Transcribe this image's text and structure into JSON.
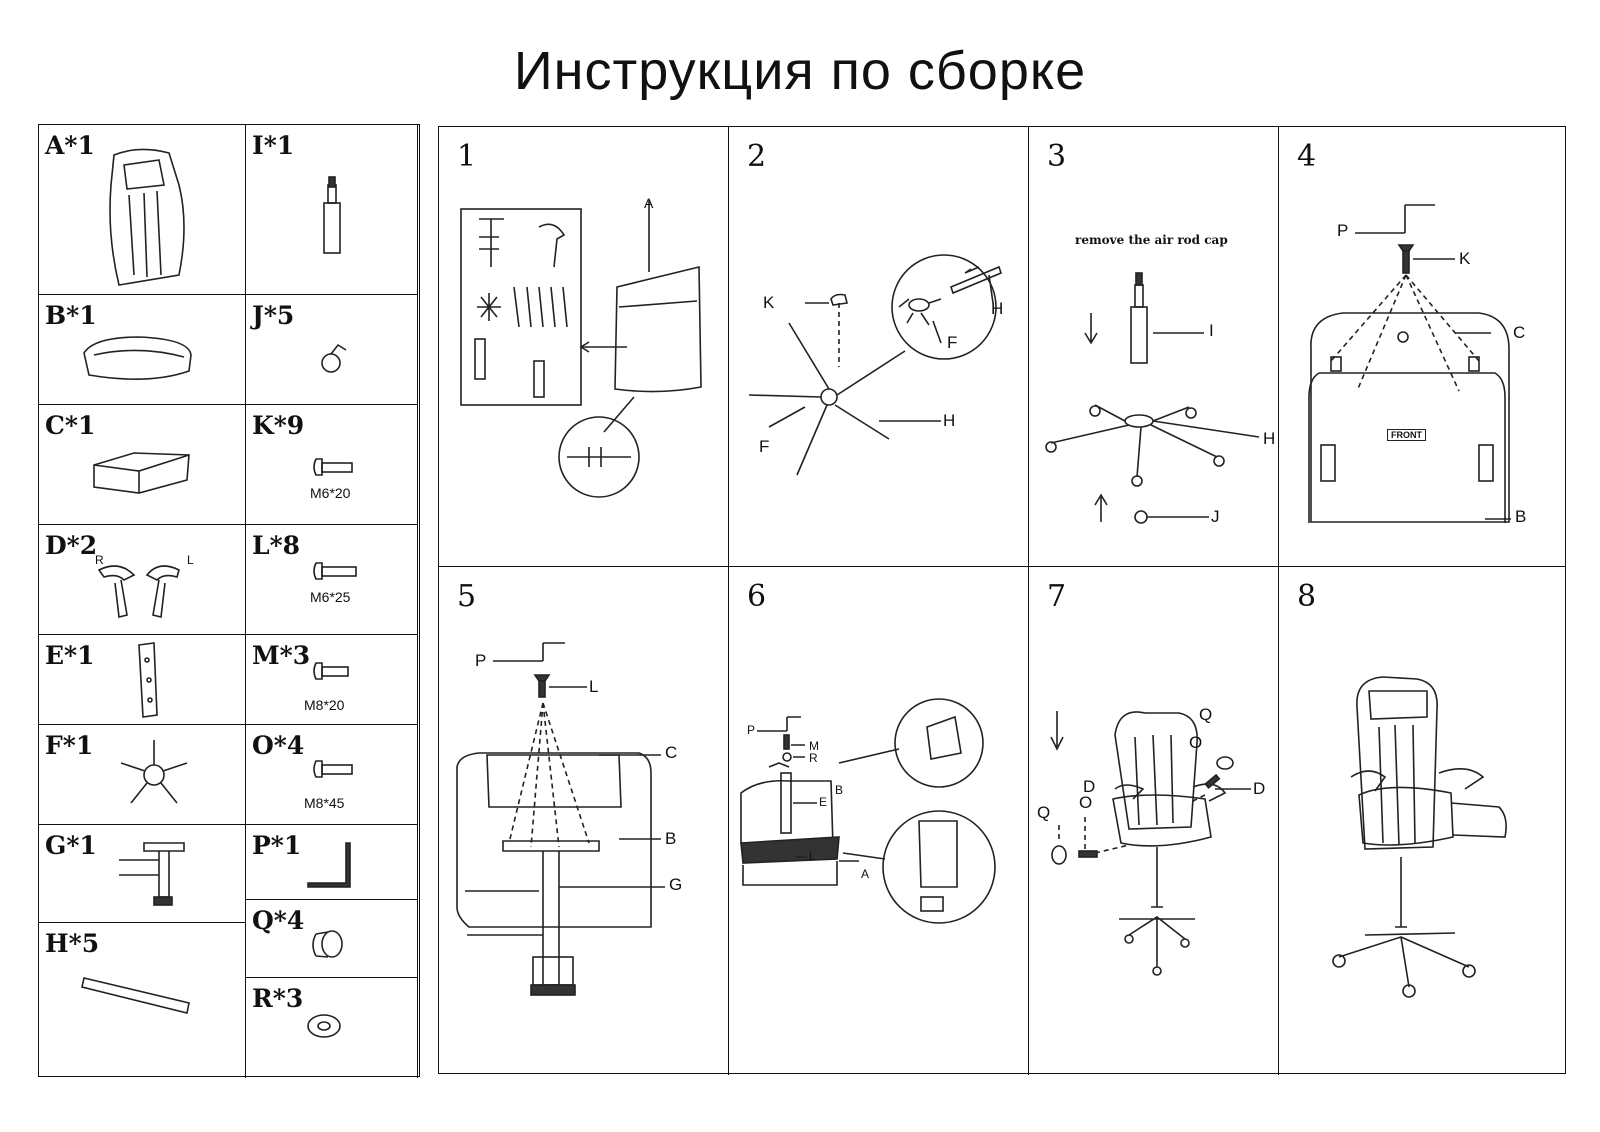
{
  "title": "Инструкция по сборке",
  "parts": [
    {
      "label": "A*1"
    },
    {
      "label": "I*1"
    },
    {
      "label": "B*1"
    },
    {
      "label": "J*5"
    },
    {
      "label": "C*1"
    },
    {
      "label": "K*9",
      "spec": "M6*20"
    },
    {
      "label": "D*2",
      "sub_r": "R",
      "sub_l": "L"
    },
    {
      "label": "L*8",
      "spec": "M6*25"
    },
    {
      "label": "E*1"
    },
    {
      "label": "M*3",
      "spec": "M8*20"
    },
    {
      "label": "F*1"
    },
    {
      "label": "O*4",
      "spec": "M8*45"
    },
    {
      "label": "G*1"
    },
    {
      "label": "P*1"
    },
    {
      "label": "H*5"
    },
    {
      "label": "Q*4"
    },
    {
      "label": "R*3"
    }
  ],
  "steps": [
    {
      "number": "1",
      "labels": [
        "A"
      ]
    },
    {
      "number": "2",
      "labels": [
        "K",
        "H",
        "F",
        "F",
        "H"
      ]
    },
    {
      "number": "3",
      "note": "remove the air rod cap",
      "labels": [
        "I",
        "H",
        "J"
      ]
    },
    {
      "number": "4",
      "labels": [
        "P",
        "K",
        "C",
        "B"
      ],
      "badge": "FRONT"
    },
    {
      "number": "5",
      "labels": [
        "P",
        "L",
        "C",
        "B",
        "G"
      ]
    },
    {
      "number": "6",
      "labels": [
        "P",
        "M",
        "R",
        "B",
        "E",
        "L",
        "A"
      ]
    },
    {
      "number": "7",
      "labels": [
        "Q",
        "O",
        "D",
        "O",
        "D",
        "Q"
      ]
    },
    {
      "number": "8",
      "labels": []
    }
  ]
}
